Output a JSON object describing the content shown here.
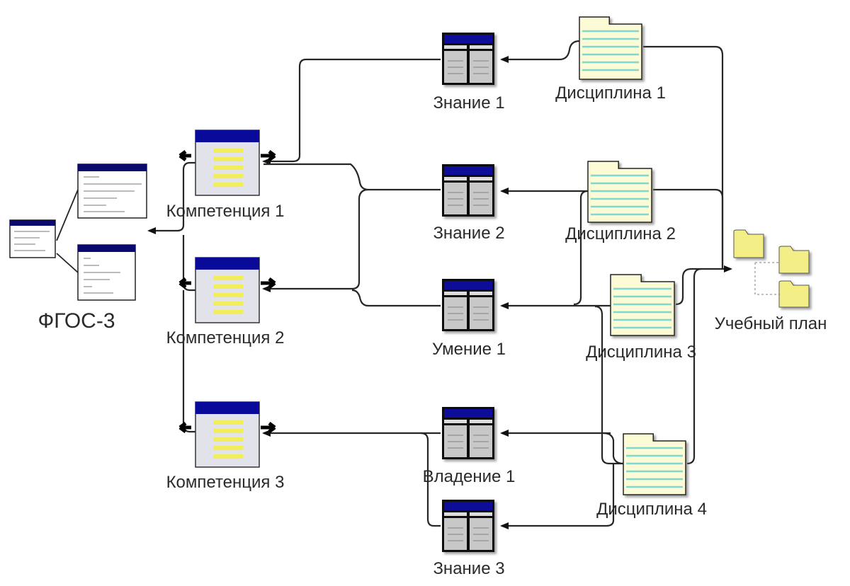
{
  "diagram": {
    "colors": {
      "window_header": "#0a0a9a",
      "std_header": "#0a0a6e",
      "competence_body": "#e2e2ea",
      "competence_lines": "#f2ee5a",
      "table_body": "#c8c8c8",
      "folder_body": "#fdfbd6",
      "folder_lines": "#7fd8cf",
      "plan_folder": "#f3ee86",
      "connector": "#222222"
    },
    "nodes": {
      "fgos": {
        "label": "ФГОС-3",
        "icon": "document-windows-icon"
      },
      "comp1": {
        "label": "Компетенция 1",
        "icon": "competence-window-icon"
      },
      "comp2": {
        "label": "Компетенция 2",
        "icon": "competence-window-icon"
      },
      "comp3": {
        "label": "Компетенция 3",
        "icon": "competence-window-icon"
      },
      "know1": {
        "label": "Знание 1",
        "icon": "table-icon"
      },
      "know2": {
        "label": "Знание 2",
        "icon": "table-icon"
      },
      "skill1": {
        "label": "Умение 1",
        "icon": "table-icon"
      },
      "own1": {
        "label": "Владение 1",
        "icon": "table-icon"
      },
      "know3": {
        "label": "Знание 3",
        "icon": "table-icon"
      },
      "disc1": {
        "label": "Дисциплина 1",
        "icon": "folder-document-icon"
      },
      "disc2": {
        "label": "Дисциплина 2",
        "icon": "folder-document-icon"
      },
      "disc3": {
        "label": "Дисциплина 3",
        "icon": "folder-document-icon"
      },
      "disc4": {
        "label": "Дисциплина 4",
        "icon": "folder-document-icon"
      },
      "plan": {
        "label": "Учебный план",
        "icon": "folder-tree-icon"
      }
    },
    "edges": [
      {
        "from": "disc1",
        "to": "know1"
      },
      {
        "from": "disc2",
        "to": "know2"
      },
      {
        "from": "disc3",
        "to": "skill1"
      },
      {
        "from": "disc4",
        "to": "own1"
      },
      {
        "from": "disc4",
        "to": "know3"
      },
      {
        "from": "know1",
        "to": "comp1"
      },
      {
        "from": "know2",
        "to": "comp1"
      },
      {
        "from": "know2",
        "to": "comp2"
      },
      {
        "from": "skill1",
        "to": "comp2"
      },
      {
        "from": "own1",
        "to": "comp3"
      },
      {
        "from": "know3",
        "to": "comp3"
      },
      {
        "from": "comp1",
        "to": "fgos"
      },
      {
        "from": "comp2",
        "to": "fgos"
      },
      {
        "from": "comp3",
        "to": "fgos"
      },
      {
        "from": "disc1",
        "to": "plan"
      },
      {
        "from": "disc2",
        "to": "plan"
      },
      {
        "from": "disc3",
        "to": "plan"
      },
      {
        "from": "disc4",
        "to": "plan"
      }
    ]
  }
}
